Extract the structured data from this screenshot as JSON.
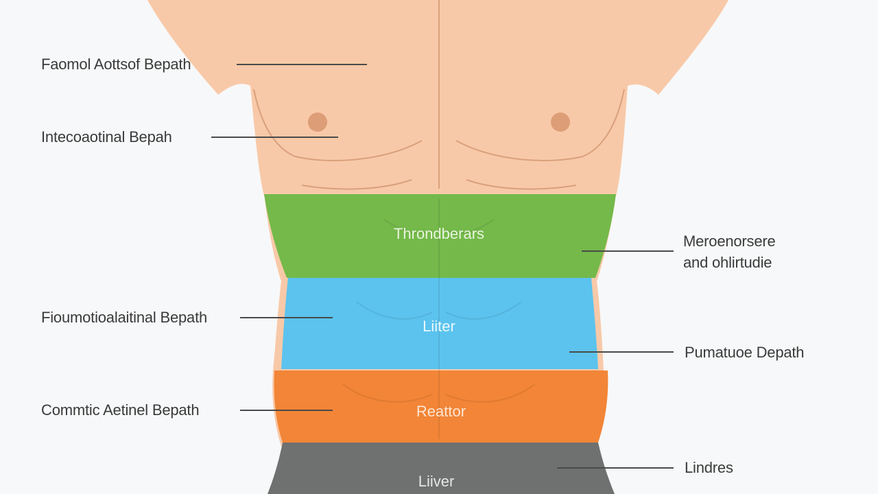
{
  "diagram": {
    "colors": {
      "background": "#f7f8f9",
      "skin": "#f8c9a8",
      "skin_shade": "#eeb692",
      "skin_line": "#d9a07c",
      "nipple": "#dd9d77",
      "band_green": "#74b94a",
      "band_blue": "#5bc3ee",
      "band_orange": "#f28537",
      "band_gray": "#6f7070",
      "leader_line": "#4a4a4a",
      "text": "#3a3a3a"
    },
    "bands": [
      {
        "id": "green",
        "label": "Throndberars",
        "label_color": "#e9f4df"
      },
      {
        "id": "blue",
        "label": "Liiter",
        "label_color": "#eaf7fd"
      },
      {
        "id": "orange",
        "label": "Reattor",
        "label_color": "#fde6d4"
      },
      {
        "id": "gray",
        "label": "Liiver",
        "label_color": "#e6e6e6"
      }
    ],
    "callouts_left": [
      {
        "id": "left-1",
        "text": "Faomol Aottsof Bepath"
      },
      {
        "id": "left-2",
        "text": "Intecoaotinal Bepah"
      },
      {
        "id": "left-3",
        "text": "Fioumotioalaitinal Bepath"
      },
      {
        "id": "left-4",
        "text": "Commtic Aetinel Bepath"
      }
    ],
    "callouts_right": [
      {
        "id": "right-1",
        "line1": "Meroenorsere",
        "line2": "and ohlirtudie"
      },
      {
        "id": "right-2",
        "line1": "Pumatuoe Depath"
      },
      {
        "id": "right-3",
        "line1": "Lindres"
      }
    ]
  }
}
